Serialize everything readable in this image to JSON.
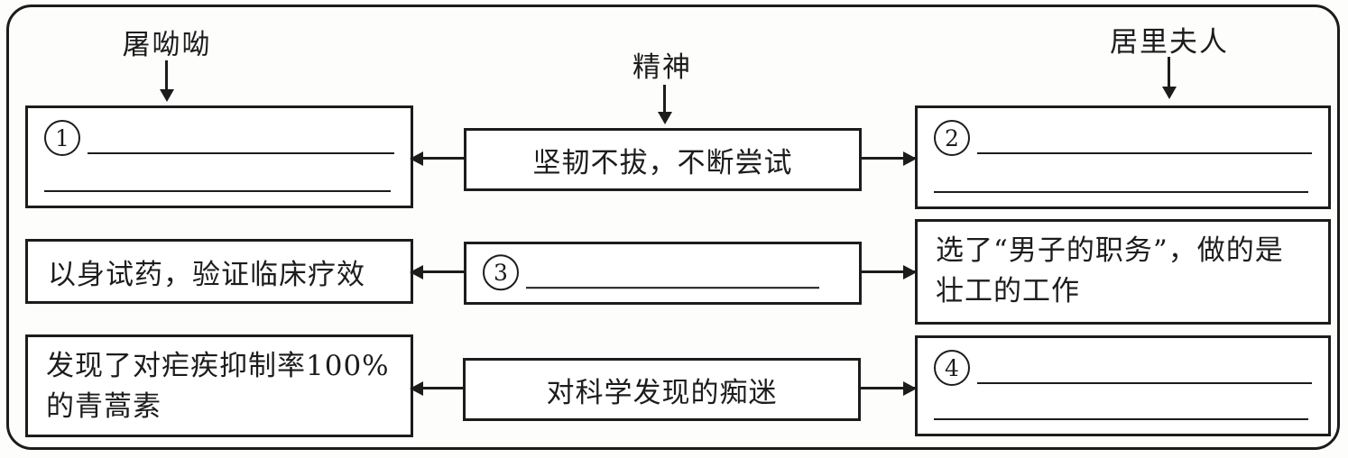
{
  "colors": {
    "ink": "#1c1c1c",
    "paper": "#ffffff"
  },
  "headers": {
    "left": "屠呦呦",
    "center": "精神",
    "right": "居里夫人"
  },
  "row1": {
    "left_number": "1",
    "center_text": "坚韧不拔，不断尝试",
    "right_number": "2"
  },
  "row2": {
    "left_text": "以身试药，验证临床疗效",
    "center_number": "3",
    "right_lines": [
      "选了“男子的职务”，做的是",
      "壮工的工作"
    ]
  },
  "row3": {
    "left_lines": [
      "发现了对疟疾抑制率100%",
      "的青蒿素"
    ],
    "center_text": "对科学发现的痴迷",
    "right_number": "4"
  }
}
